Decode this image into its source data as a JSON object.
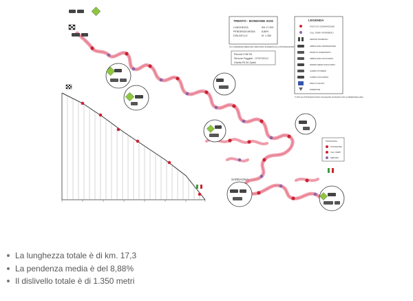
{
  "info_box": {
    "title": "TRENTO - BONDONE 2015",
    "rows": [
      {
        "label": "LUNGHEZZA",
        "value": "KM 17,300"
      },
      {
        "label": "PENDENZA MEDIA",
        "value": "8,88%"
      },
      {
        "label": "DISLIVELLO",
        "value": "M. 1.350"
      }
    ],
    "note": "IN LA PENDENZA MEDIA DEL PERCORSO È RIFERITA ALLA DISTANZA EFFETTIVA DELLA SALITA",
    "record_lines": [
      "Record 2'48\"26",
      "Simone Faggioli - 07/07/2013",
      "Osella FA 30 Zytek"
    ]
  },
  "legend": {
    "title": "LEGENDA",
    "items": [
      "POSTO DI OSSERVAZIONE",
      "CALL TEMPI INTERMEDIO",
      "SERVIZI INGRESSO",
      "AMBULANZA RIANIMAZIONE",
      "PRONTO INTERVENTO",
      "AMBULANZA SOCCORSO",
      "RIPARO MEZZI SOCCORSO",
      "CARRO ATTREZZI",
      "CARRO SOCCORSO",
      "PARCO CHIUSO",
      "DIREZIONE"
    ],
    "footnote": "TUTTE LE POSTAZIONI SONO COLLEGATE VIA RADIO CON LA DIREZIONE GARA"
  },
  "sub_legend": {
    "title": "POSTAZIONI",
    "items": [
      "POSTAZIONE",
      "CALL TEMPI",
      "SERVIZIO"
    ]
  },
  "road_label": "SARDAGNA",
  "facts": [
    "La lunghezza totale è di km. 17,3",
    "La pendenza media è del 8,88%",
    "Il dislivello totale è di 1.350 metri"
  ],
  "colors": {
    "route": "#ef9cab",
    "route_line": "#e0607a",
    "marker_red": "#cc2233",
    "marker_purple": "#8866aa",
    "sign_green": "#8ec641",
    "text": "#555555"
  }
}
